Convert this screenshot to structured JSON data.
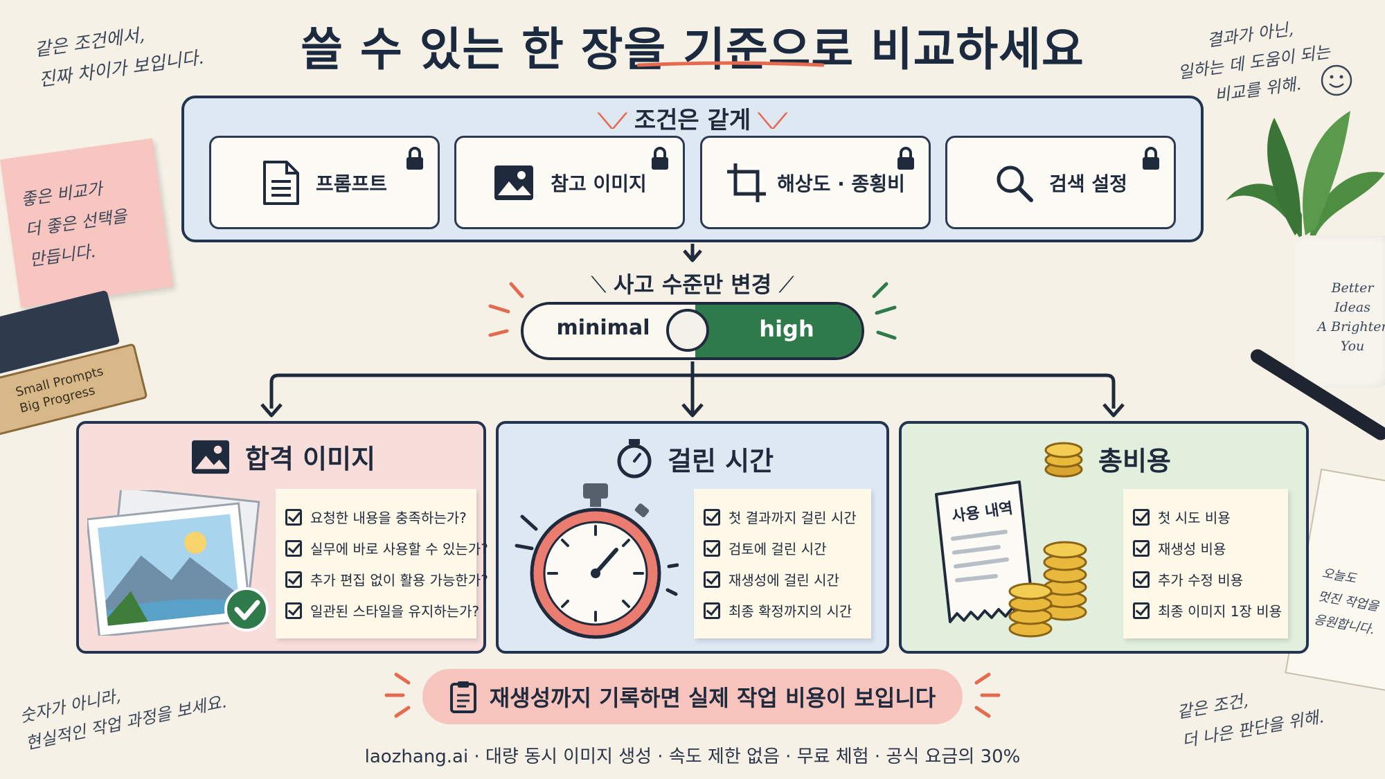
{
  "title": "쓸 수 있는 한 장을 기준으로 비교하세요",
  "conditions": {
    "title": "조건은 같게",
    "items": [
      {
        "label": "프롬프트",
        "icon": "document-icon"
      },
      {
        "label": "참고 이미지",
        "icon": "image-icon"
      },
      {
        "label": "해상도 · 종횡비",
        "icon": "crop-icon"
      },
      {
        "label": "검색 설정",
        "icon": "search-icon"
      }
    ]
  },
  "thinking": {
    "label": "사고 수준만 변경",
    "off_label": "minimal",
    "on_label": "high",
    "selected": "high"
  },
  "panels": [
    {
      "title": "합격 이미지",
      "icon": "image-icon",
      "items": [
        "요청한 내용을 충족하는가?",
        "실무에 바로 사용할 수 있는가?",
        "추가 편집 없이 활용 가능한가?",
        "일관된 스타일을 유지하는가?"
      ]
    },
    {
      "title": "걸린 시간",
      "icon": "stopwatch-icon",
      "items": [
        "첫 결과까지 걸린 시간",
        "검토에 걸린 시간",
        "재생성에 걸린 시간",
        "최종 확정까지의 시간"
      ]
    },
    {
      "title": "총비용",
      "icon": "coins-icon",
      "receipt_label": "사용 내역",
      "items": [
        "첫 시도 비용",
        "재생성 비용",
        "추가 수정 비용",
        "최종 이미지 1장 비용"
      ]
    }
  ],
  "banner": "재생성까지 기록하면 실제 작업 비용이 보입니다",
  "footer": "laozhang.ai · 대량 동시 이미지 생성 · 속도 제한 없음 · 무료 체험 · 공식 요금의 30%",
  "annotations": {
    "top_left": [
      "같은 조건에서,",
      "진짜 차이가 보입니다."
    ],
    "top_right": [
      "결과가 아닌,",
      "일하는 데 도움이 되는",
      "비교를 위해."
    ],
    "sticky": [
      "좋은 비교가",
      "더 좋은 선택을",
      "만듭니다."
    ],
    "bottom_left": [
      "숫자가 아니라,",
      "현실적인 작업 과정을 보세요."
    ],
    "bottom_right": [
      "같은 조건,",
      "더 나은 판단을 위해."
    ],
    "book": [
      "Small Prompts",
      "Big Progress"
    ],
    "pot": [
      "Better",
      "Ideas",
      "A Brighter",
      "You"
    ],
    "notebook": [
      "오늘도",
      "멋진 작업을",
      "응원합니다."
    ]
  },
  "colors": {
    "navy": "#1f2a3c",
    "blue_panel": "#dde8f3",
    "pink_panel": "#f8dedb",
    "green_panel": "#e1efdc",
    "green_toggle": "#2f7a4a",
    "accent_red": "#e46a4f",
    "banner_pink": "#f6c3bd"
  }
}
